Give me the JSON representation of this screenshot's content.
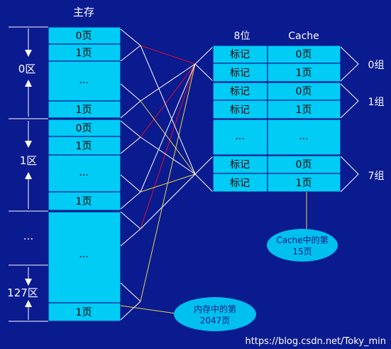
{
  "main_memory": {
    "title": "主存",
    "blocks": [
      "0页",
      "1页",
      "...",
      "1页",
      "0页",
      "1页",
      "...",
      "1页",
      "...",
      "1页"
    ],
    "zones": {
      "zone0": "0区",
      "zone1": "1区",
      "ellipsis": "...",
      "zone127": "127区"
    }
  },
  "cache": {
    "col_tag_header": "8位",
    "col_cache_header": "Cache",
    "rows": [
      {
        "tag": "标记",
        "page": "0页"
      },
      {
        "tag": "标记",
        "page": "1页"
      },
      {
        "tag": "标记",
        "page": "0页"
      },
      {
        "tag": "标记",
        "page": "1页"
      },
      {
        "tag": "...",
        "page": "..."
      },
      {
        "tag": "标记",
        "page": "0页"
      },
      {
        "tag": "标记",
        "page": "1页"
      }
    ],
    "groups": {
      "group0": "0组",
      "group1": "1组",
      "group7": "7组"
    }
  },
  "callouts": {
    "cache_page": [
      "Cache中的第",
      "15页"
    ],
    "memory_page": [
      "内存中的第",
      "2047页"
    ]
  },
  "watermark": "https://blog.csdn.net/Toky_min",
  "colors": {
    "background": "#0a1a8f",
    "cell_fill": "#00ccf5",
    "callout_fill": "#00c0f0",
    "red_line": "#e0102a",
    "yellow_line": "#e8d44a",
    "text_white": "#ffffff"
  }
}
